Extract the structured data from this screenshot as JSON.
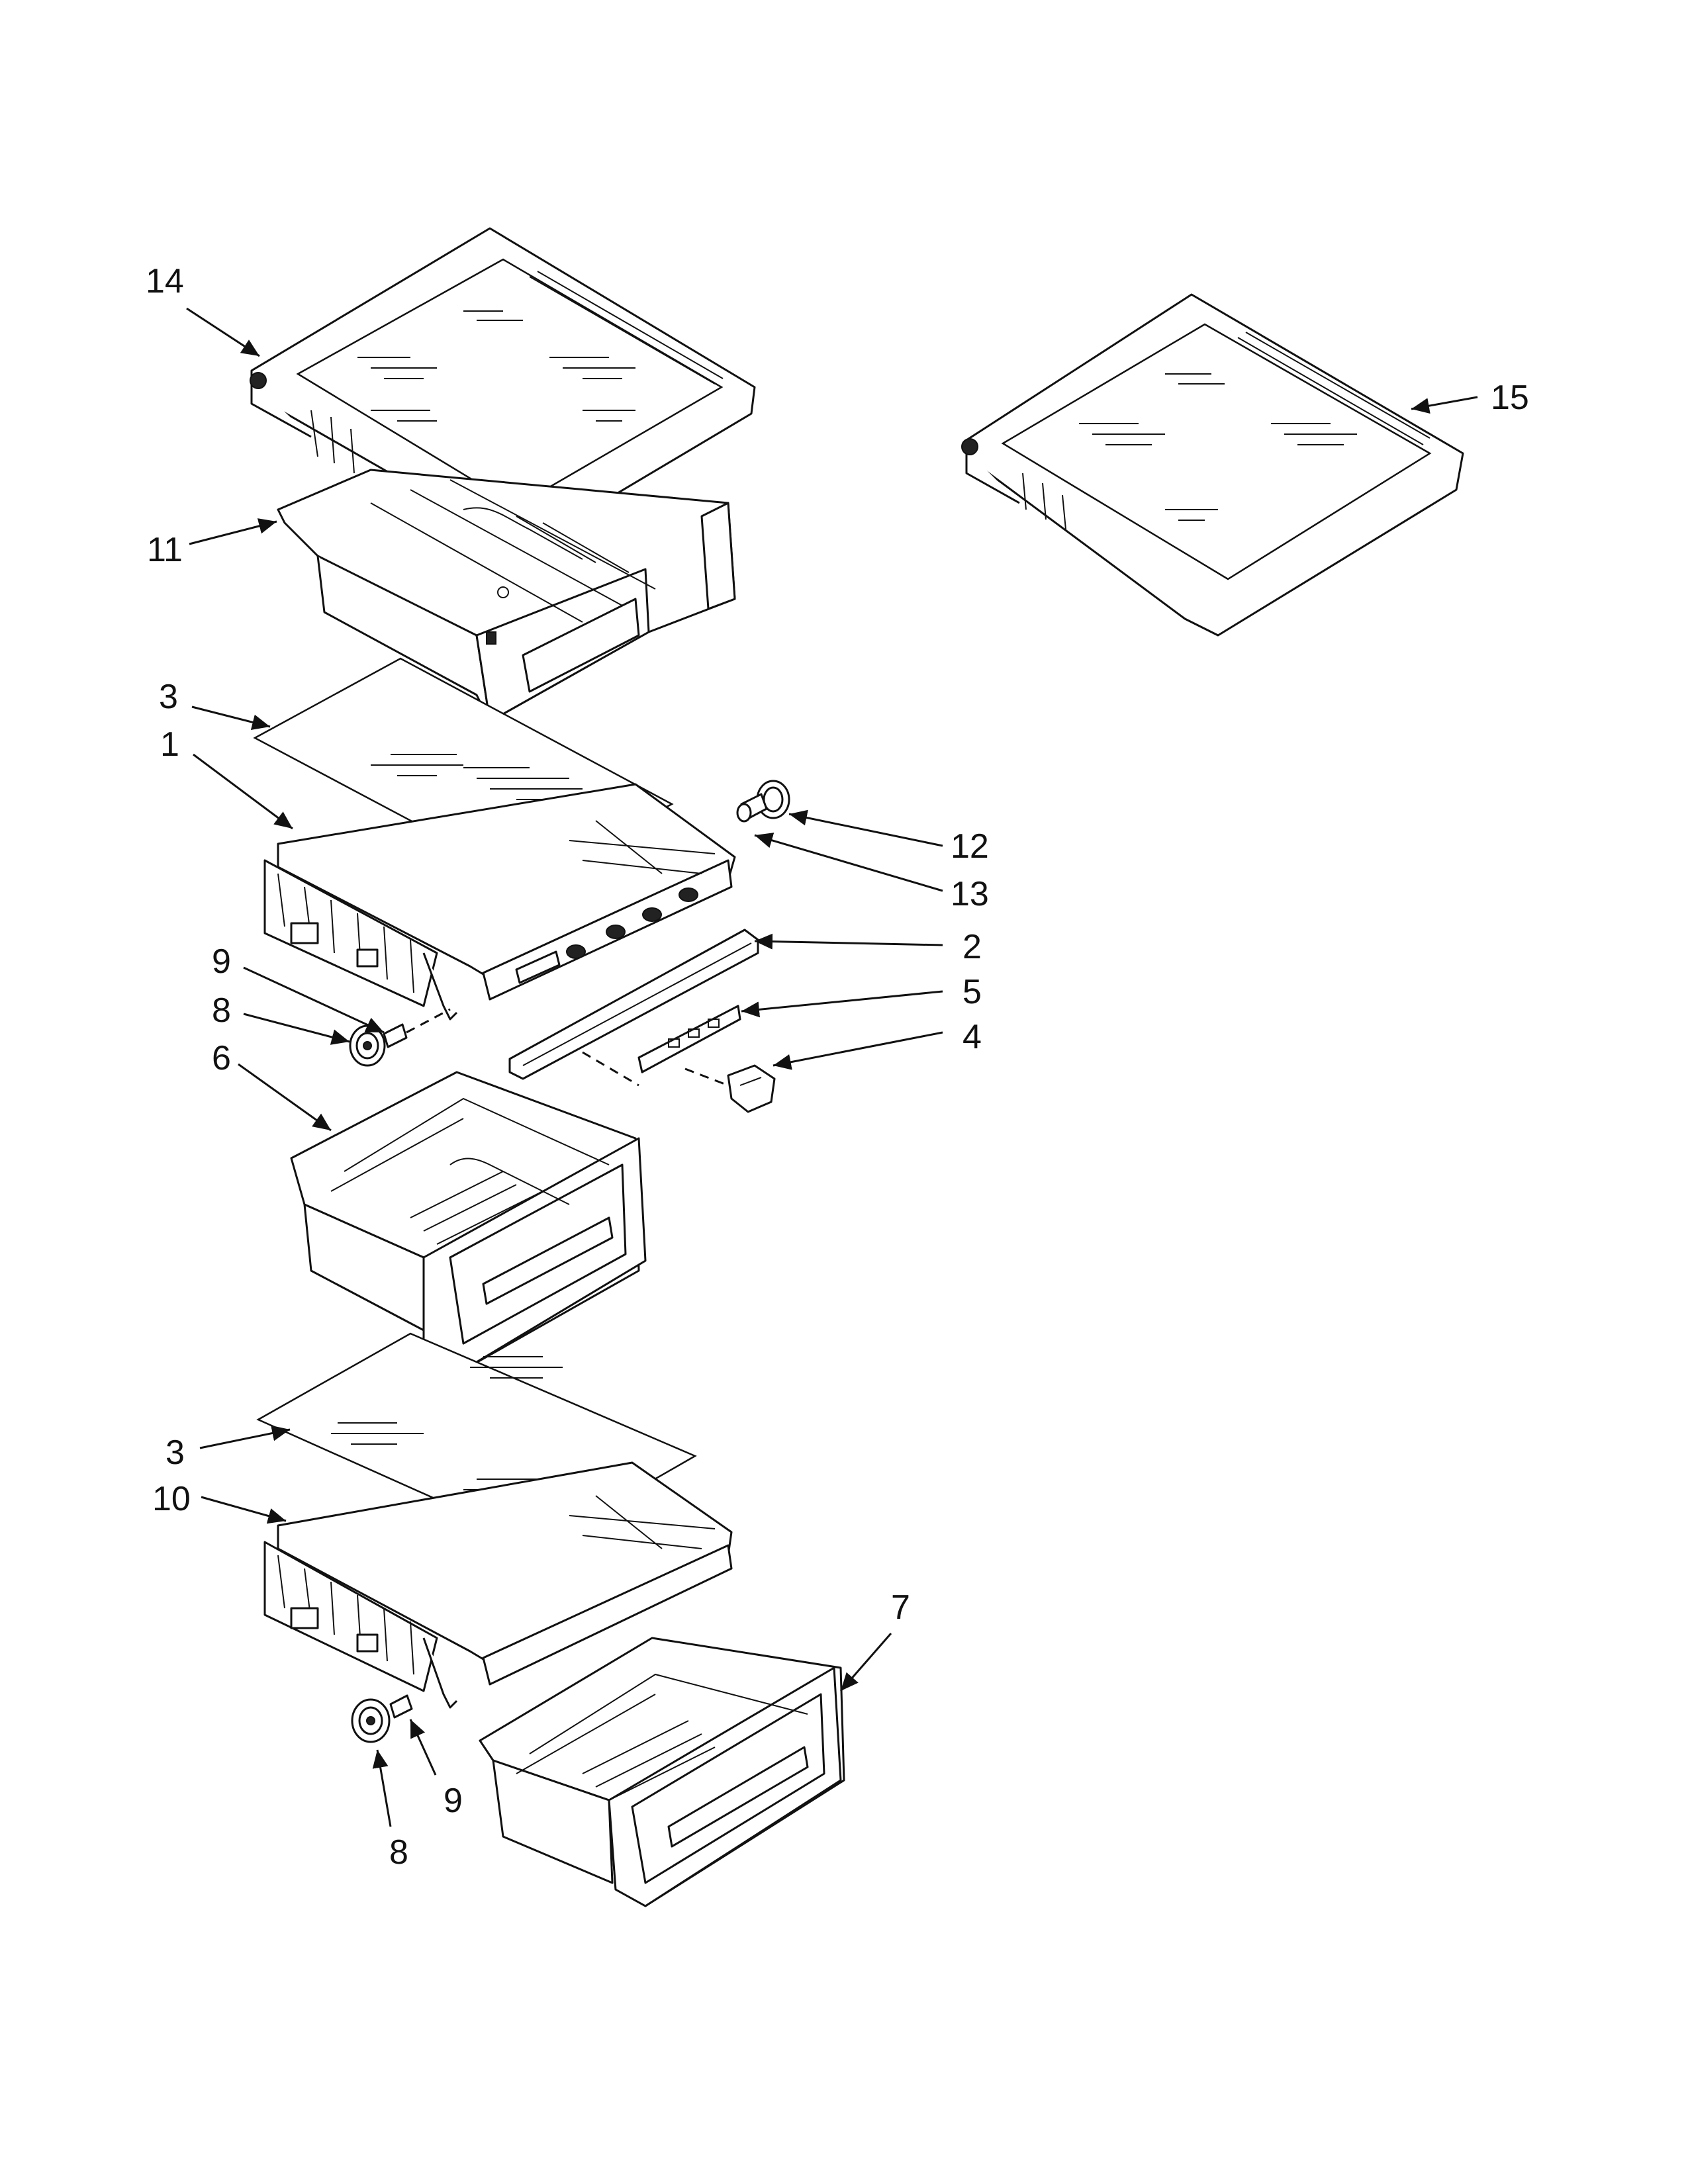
{
  "callouts": [
    {
      "id": "c14",
      "label": "14"
    },
    {
      "id": "c11",
      "label": "11"
    },
    {
      "id": "c15",
      "label": "15"
    },
    {
      "id": "c3a",
      "label": "3"
    },
    {
      "id": "c1",
      "label": "1"
    },
    {
      "id": "c12",
      "label": "12"
    },
    {
      "id": "c13",
      "label": "13"
    },
    {
      "id": "c2",
      "label": "2"
    },
    {
      "id": "c5",
      "label": "5"
    },
    {
      "id": "c4",
      "label": "4"
    },
    {
      "id": "c9a",
      "label": "9"
    },
    {
      "id": "c8a",
      "label": "8"
    },
    {
      "id": "c6",
      "label": "6"
    },
    {
      "id": "c3b",
      "label": "3"
    },
    {
      "id": "c10",
      "label": "10"
    },
    {
      "id": "c7",
      "label": "7"
    },
    {
      "id": "c9b",
      "label": "9"
    },
    {
      "id": "c8b",
      "label": "8"
    }
  ]
}
